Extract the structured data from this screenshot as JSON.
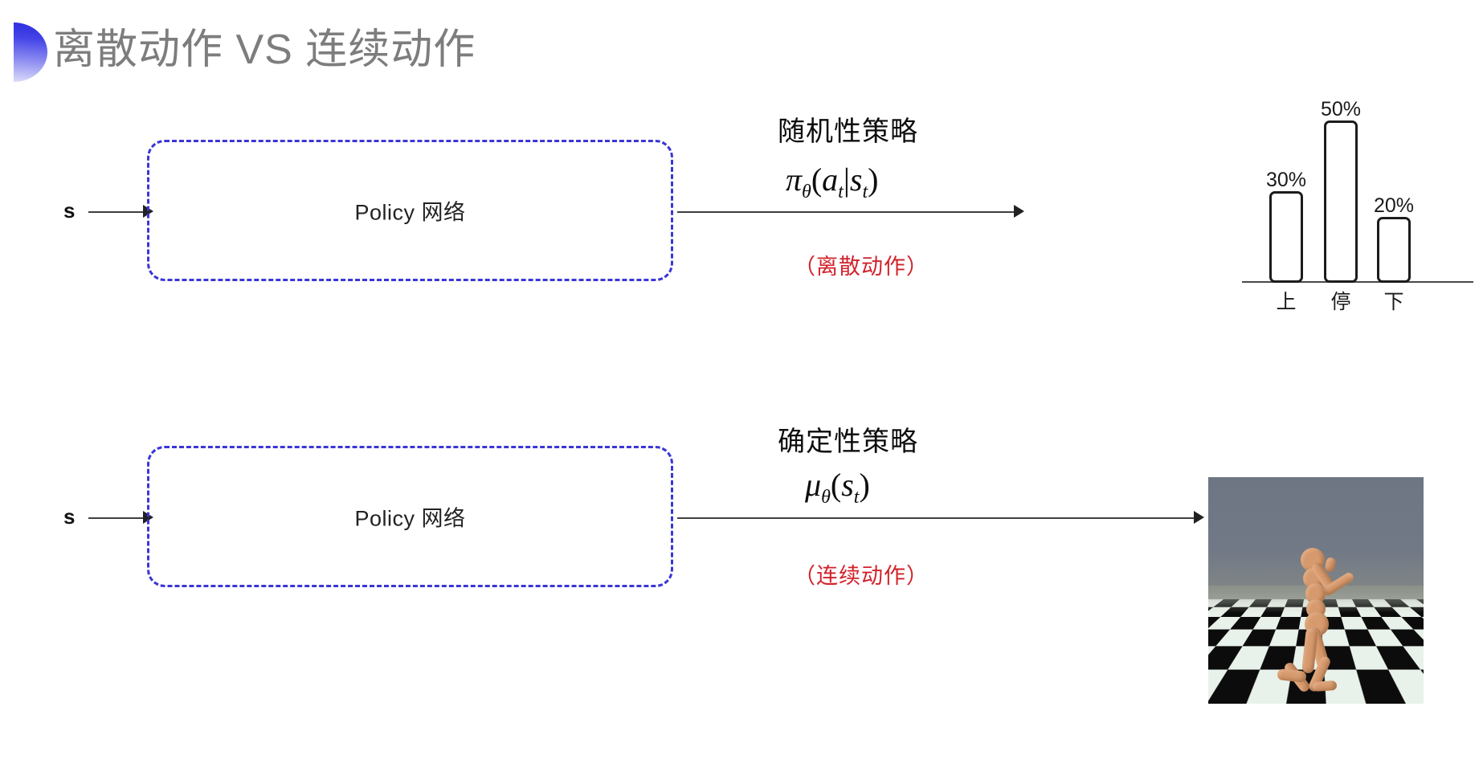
{
  "slide": {
    "title": "离散动作 VS 连续动作",
    "accent_color": "#3a36d6",
    "title_color": "#7d7d7d",
    "note_color": "#d2222a",
    "background": "#ffffff"
  },
  "rows": [
    {
      "id": "discrete",
      "input_label": "s",
      "box_label": "Policy 网络",
      "policy_heading": "随机性策略",
      "formula": {
        "full": "π_θ(a_t|s_t)",
        "head": "π",
        "head_sub": "θ",
        "open": "(",
        "arg1": "a",
        "arg1_sub": "t",
        "bar": "|",
        "arg2": "s",
        "arg2_sub": "t",
        "close": ")"
      },
      "action_note": "（离散动作）",
      "output_kind": "bar-chart"
    },
    {
      "id": "continuous",
      "input_label": "s",
      "box_label": "Policy 网络",
      "policy_heading": "确定性策略",
      "formula": {
        "full": "μ_θ(s_t)",
        "head": "μ",
        "head_sub": "θ",
        "open": "(",
        "arg1": "s",
        "arg1_sub": "t",
        "bar": "",
        "arg2": "",
        "arg2_sub": "",
        "close": ")"
      },
      "action_note": "（连续动作）",
      "output_kind": "humanoid-simulation"
    }
  ],
  "chart_data": {
    "type": "bar",
    "title": "",
    "categories": [
      "上",
      "停",
      "下"
    ],
    "values": [
      30,
      50,
      20
    ],
    "value_labels": [
      "30%",
      "50%",
      "20%"
    ],
    "xlabel": "",
    "ylabel": "",
    "ylim": [
      0,
      60
    ],
    "grid": false,
    "legend": "none",
    "bar_style": "outlined-rounded",
    "bar_border_color": "#1c1c1c",
    "bar_fill": "#ffffff"
  },
  "simulation": {
    "name": "humanoid-simulation",
    "sky_color": "#6e7684",
    "floor_colors": [
      "#e9f2ea",
      "#0c0c0c"
    ],
    "body_color": "#d79a6e"
  }
}
